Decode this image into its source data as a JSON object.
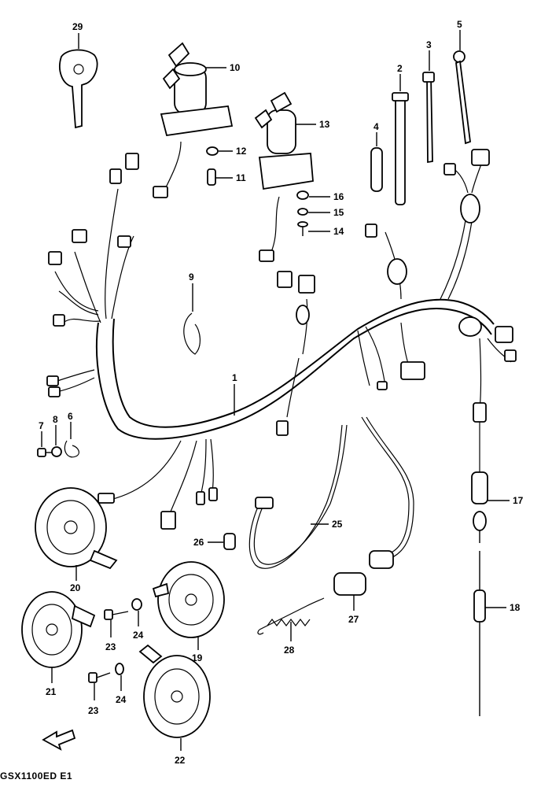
{
  "diagram": {
    "footer_code": "GSX1100ED E1",
    "parts": [
      {
        "id": "29"
      },
      {
        "id": "10"
      },
      {
        "id": "12"
      },
      {
        "id": "11"
      },
      {
        "id": "13"
      },
      {
        "id": "16"
      },
      {
        "id": "15"
      },
      {
        "id": "14"
      },
      {
        "id": "2"
      },
      {
        "id": "3"
      },
      {
        "id": "4"
      },
      {
        "id": "5"
      },
      {
        "id": "9"
      },
      {
        "id": "1"
      },
      {
        "id": "7"
      },
      {
        "id": "8"
      },
      {
        "id": "6"
      },
      {
        "id": "17"
      },
      {
        "id": "18"
      },
      {
        "id": "25"
      },
      {
        "id": "26"
      },
      {
        "id": "27"
      },
      {
        "id": "28"
      },
      {
        "id": "20"
      },
      {
        "id": "19"
      },
      {
        "id": "21"
      },
      {
        "id": "22"
      },
      {
        "id": "23a",
        "label": "23"
      },
      {
        "id": "24a",
        "label": "24"
      },
      {
        "id": "23b",
        "label": "23"
      },
      {
        "id": "24b",
        "label": "24"
      }
    ]
  }
}
